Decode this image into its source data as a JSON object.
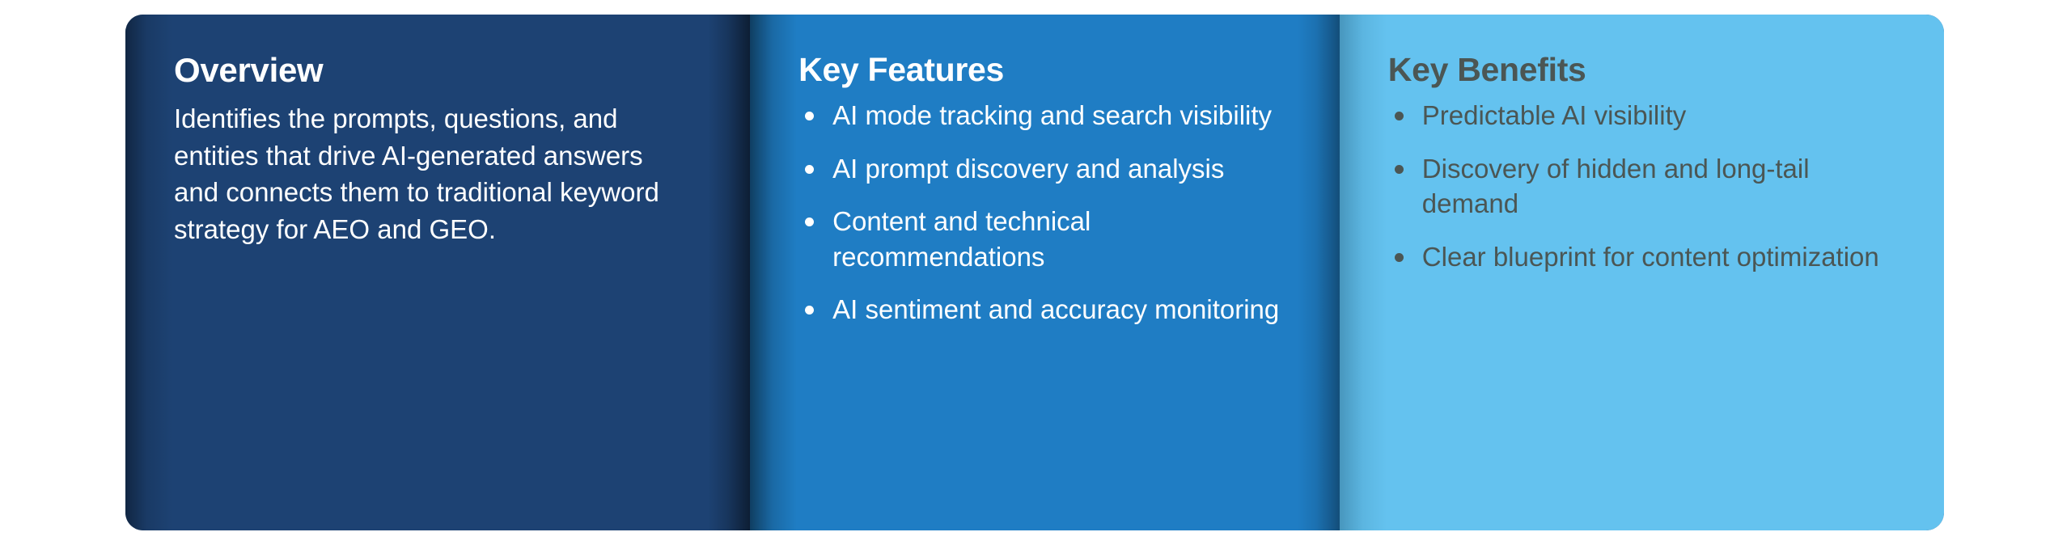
{
  "card": {
    "colors": {
      "panel_overview_bg": "#1d4273",
      "panel_features_bg": "#1f7dc4",
      "panel_benefits_bg": "#64c2ef",
      "text_light": "#ffffff",
      "text_dark": "#4b5654",
      "page_bg": "#ffffff"
    },
    "panels": [
      {
        "id": "overview",
        "title": "Overview",
        "body": "Identifies the prompts, questions, and entities that drive AI-generated answers and connects them to traditional keyword strategy for AEO and GEO.",
        "bullets": []
      },
      {
        "id": "key-features",
        "title": "Key Features",
        "body": "",
        "bullets": [
          "AI mode tracking and search visibility",
          "AI prompt discovery and analysis",
          "Content and technical recommendations",
          "AI sentiment and accuracy monitoring"
        ]
      },
      {
        "id": "key-benefits",
        "title": "Key Benefits",
        "body": "",
        "bullets": [
          "Predictable AI visibility",
          "Discovery of hidden and long-tail demand",
          "Clear blueprint for content optimization"
        ]
      }
    ]
  }
}
